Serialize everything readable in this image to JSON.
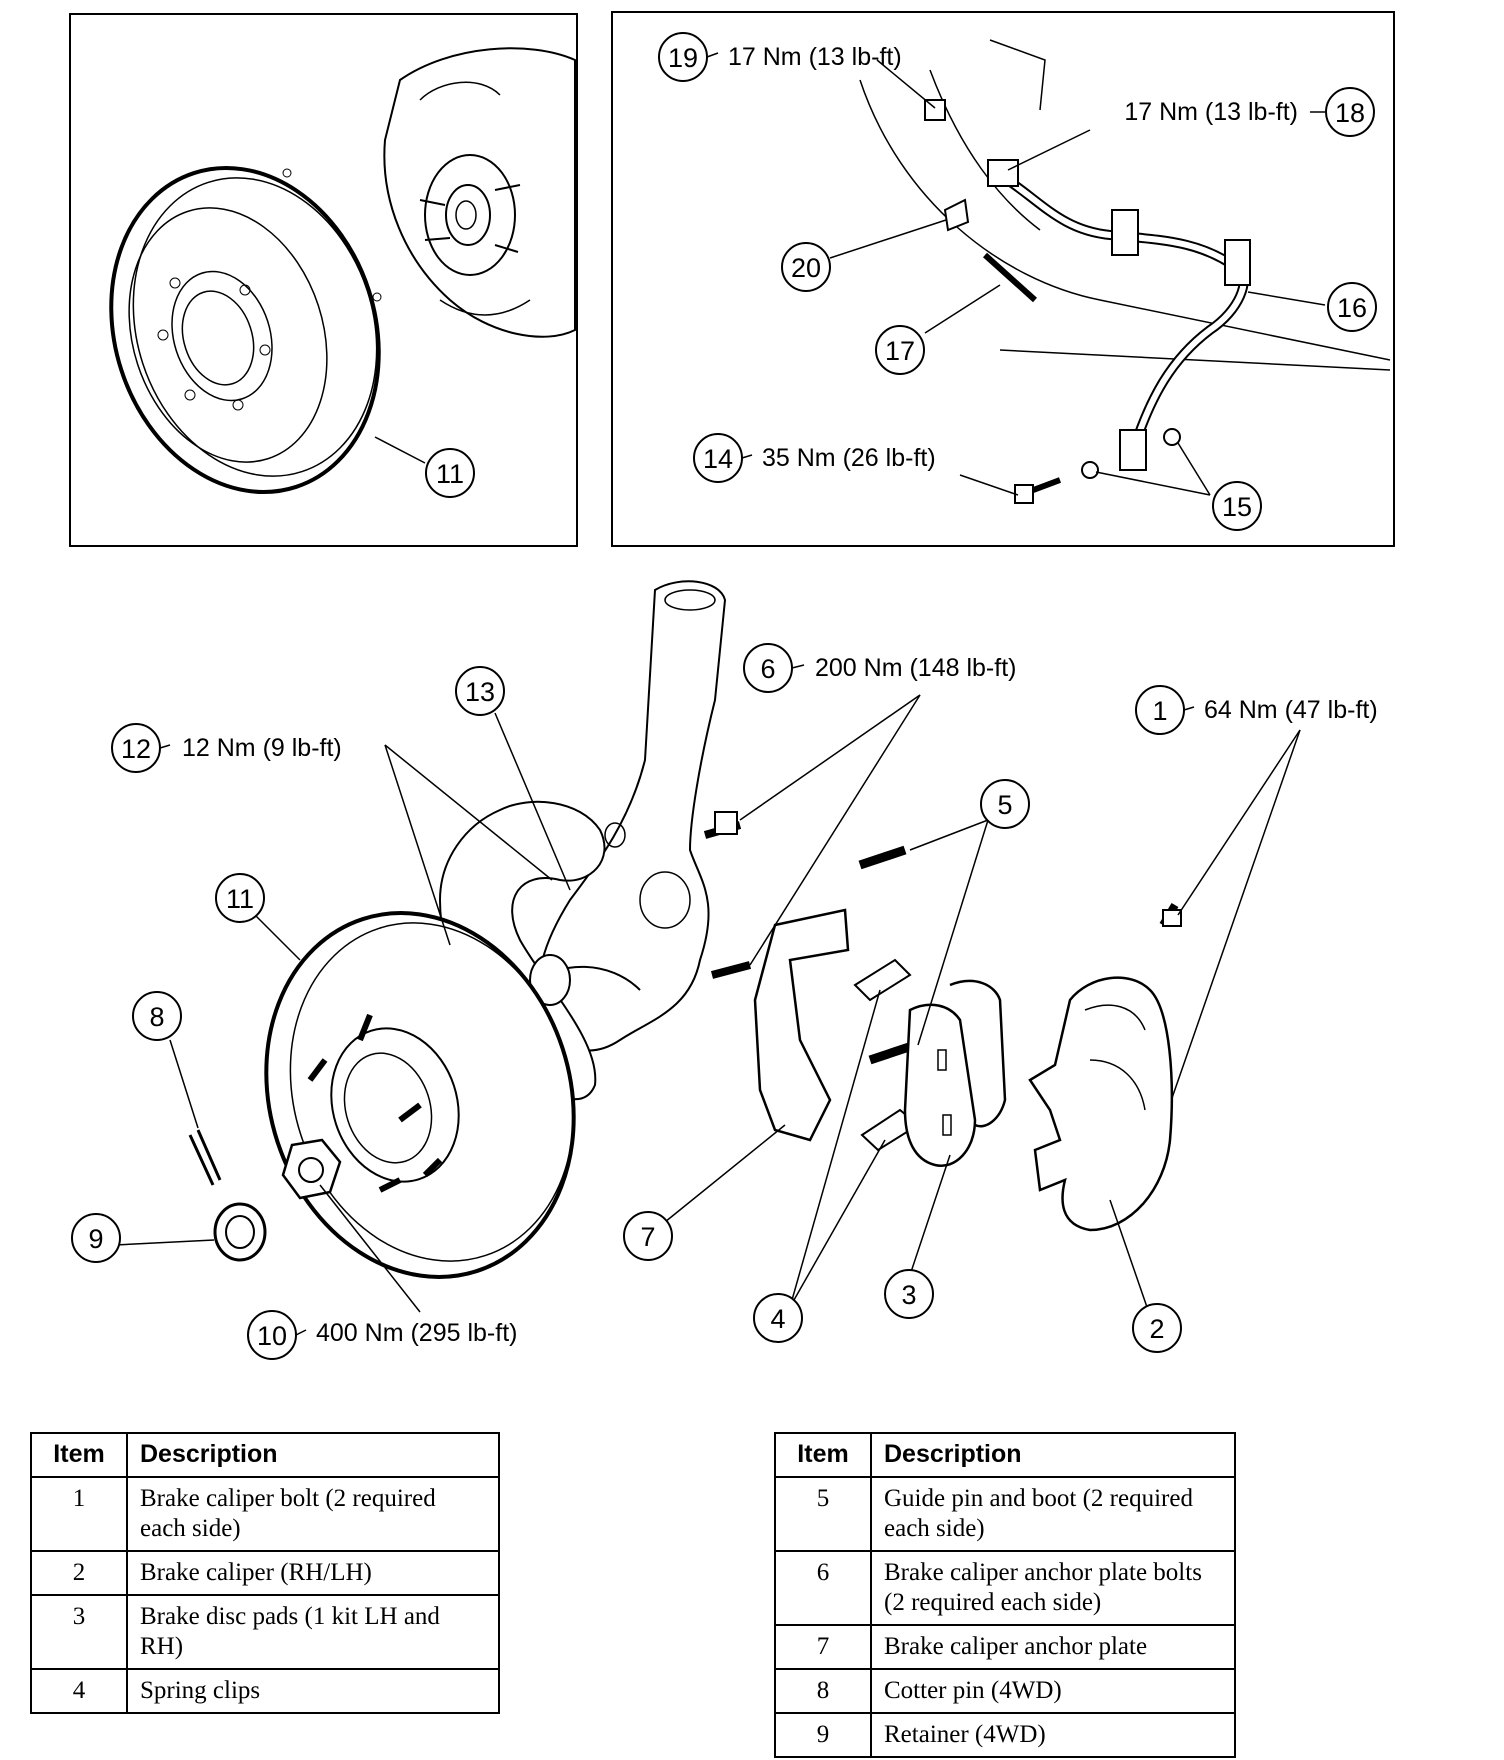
{
  "callouts": {
    "c1": "1",
    "c2": "2",
    "c3": "3",
    "c4": "4",
    "c5": "5",
    "c6": "6",
    "c7": "7",
    "c8": "8",
    "c9": "9",
    "c10": "10",
    "c11a": "11",
    "c11b": "11",
    "c12": "12",
    "c13": "13",
    "c14": "14",
    "c15": "15",
    "c16": "16",
    "c17": "17",
    "c18": "18",
    "c19": "19",
    "c20": "20"
  },
  "torques": {
    "t1": "64 Nm (47 lb-ft)",
    "t6": "200 Nm (148 lb-ft)",
    "t10": "400 Nm (295 lb-ft)",
    "t12": "12 Nm (9 lb-ft)",
    "t14": "35 Nm (26 lb-ft)",
    "t18": "17 Nm (13 lb-ft)",
    "t19": "17 Nm (13 lb-ft)"
  },
  "tables": {
    "left": {
      "header_item": "Item",
      "header_desc": "Description",
      "rows": [
        {
          "item": "1",
          "desc": "Brake caliper bolt (2 required each side)"
        },
        {
          "item": "2",
          "desc": "Brake caliper (RH/LH)"
        },
        {
          "item": "3",
          "desc": "Brake disc pads (1 kit LH and RH)"
        },
        {
          "item": "4",
          "desc": "Spring clips"
        }
      ]
    },
    "right": {
      "header_item": "Item",
      "header_desc": "Description",
      "rows": [
        {
          "item": "5",
          "desc": "Guide pin and boot (2 required each side)"
        },
        {
          "item": "6",
          "desc": "Brake caliper anchor plate bolts (2 required each side)"
        },
        {
          "item": "7",
          "desc": "Brake caliper anchor plate"
        },
        {
          "item": "8",
          "desc": "Cotter pin (4WD)"
        },
        {
          "item": "9",
          "desc": "Retainer (4WD)"
        }
      ]
    }
  }
}
